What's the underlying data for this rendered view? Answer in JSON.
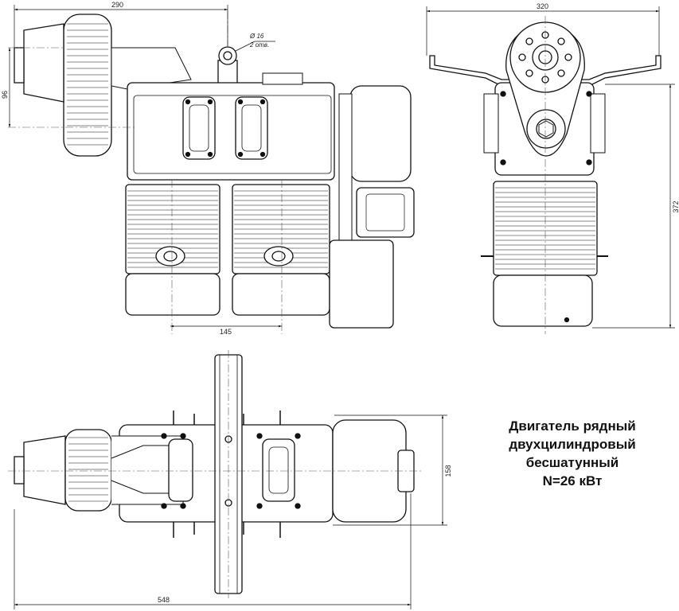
{
  "dimensions": {
    "d290": "290",
    "d96": "96",
    "d16": "Ø 16",
    "d16_note": "2 отв.",
    "d320": "320",
    "d372": "372",
    "d145": "145",
    "d158": "158",
    "d548": "548"
  },
  "caption": {
    "line1": "Двигатель рядный",
    "line2": "двухцилиндровый",
    "line3": "бесшатунный",
    "line4": "N=26 кВт"
  }
}
